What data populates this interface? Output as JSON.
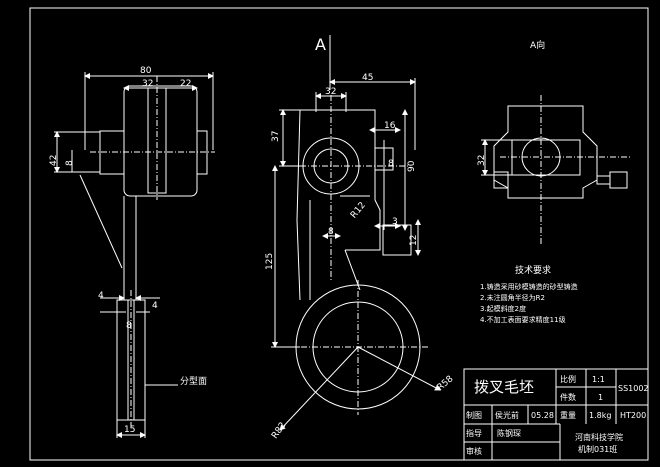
{
  "views": {
    "section_mark": "A",
    "view_label": "A向",
    "parting_label": "分型面"
  },
  "dims": {
    "d80": "80",
    "d32a": "32",
    "d22": "22",
    "d42": "42",
    "d8a": "8",
    "d4l": "4",
    "d4r": "4",
    "d8b": "8",
    "d15": "15",
    "d45": "45",
    "d32b": "32",
    "d16": "16",
    "d37": "37",
    "d8c": "8",
    "d90": "90",
    "d3": "3",
    "r12": "R12",
    "d12": "12",
    "d8d": "8",
    "d125": "125",
    "r58": "R58",
    "r82": "R82",
    "d32c": "32"
  },
  "requirements": {
    "title": "技术要求",
    "items": [
      "1.铸造采用砂模铸造的砂型铸造",
      "2.未注圆角半径为R2",
      "3.起模斜度2度",
      "4.不加工表面要求精度11级"
    ]
  },
  "title_block": {
    "part_name": "拨叉毛坯",
    "scale_label": "比例",
    "scale_value": "1:1",
    "qty_label": "件数",
    "qty_value": "1",
    "drawing_no": "SS1002",
    "drawn_label": "制图",
    "drawn_name": "侯光前",
    "date": "05.28",
    "weight_label": "重量",
    "weight_value": "1.8kg",
    "material": "HT200",
    "check_label": "指导",
    "check_name": "陈钢琛",
    "review_label": "审核",
    "school": "河南科技学院",
    "class_name": "机制031班"
  }
}
